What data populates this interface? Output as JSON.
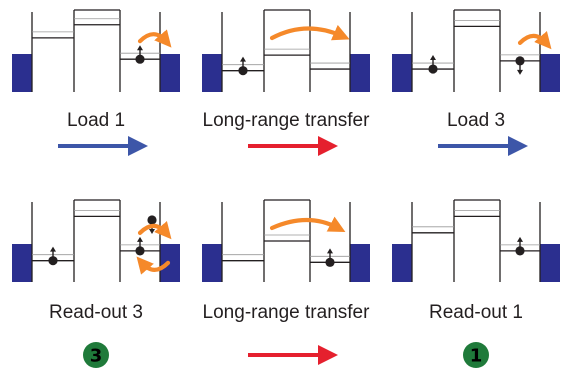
{
  "colors": {
    "reservoir": "#2b2f8f",
    "load_arrow": "#3d56a8",
    "transfer_arrow": "#e5202e",
    "orange": "#f5892a",
    "badge": "#1f7a3a",
    "line": "#231f20",
    "thin": "#999999"
  },
  "icons": {
    "electron": "electron-spin-up-icon",
    "hop": "orange-curved-arrow-icon"
  },
  "panels": [
    {
      "label": "Load 1",
      "arrow": "blue",
      "badge": "",
      "levels": [
        0.34,
        0.18,
        0.78,
        0.6
      ],
      "electrons": [
        {
          "dot": 3,
          "dir": "up"
        }
      ],
      "hops": [
        {
          "from": 3,
          "to": "right-res"
        }
      ]
    },
    {
      "label": "Long-range transfer",
      "arrow": "red",
      "badge": "",
      "levels": [
        0.74,
        0.55,
        0.28,
        0.72
      ],
      "electrons": [
        {
          "dot": 0,
          "dir": "up"
        }
      ],
      "hops": [
        {
          "from": 0,
          "to": 2
        }
      ]
    },
    {
      "label": "Load 3",
      "arrow": "blue",
      "badge": "",
      "levels": [
        0.72,
        0.2,
        0.16,
        0.62
      ],
      "electrons": [
        {
          "dot": 0,
          "dir": "up"
        },
        {
          "dot": 3,
          "dir": "down"
        }
      ],
      "hops": [
        {
          "from": 3,
          "to": "right-res"
        }
      ]
    },
    {
      "label": "Read-out 3",
      "arrow": "",
      "badge": "3",
      "levels": [
        0.74,
        0.2,
        0.16,
        0.62
      ],
      "electrons": [
        {
          "dot": 0,
          "dir": "up"
        },
        {
          "dot": 3,
          "dir": "up"
        },
        {
          "dot": "res",
          "dir": "down"
        }
      ],
      "hops": [
        {
          "from": 3,
          "to": "right-res"
        },
        {
          "from": "right-res",
          "to": 3
        }
      ]
    },
    {
      "label": "Long-range transfer",
      "arrow": "red",
      "badge": "",
      "levels": [
        0.74,
        0.5,
        0.28,
        0.76
      ],
      "electrons": [
        {
          "dot": 3,
          "dir": "up"
        }
      ],
      "hops": [
        {
          "from": 1,
          "to": 2
        }
      ]
    },
    {
      "label": "Read-out 1",
      "arrow": "",
      "badge": "1",
      "levels": [
        0.4,
        0.2,
        0.26,
        0.62
      ],
      "electrons": [
        {
          "dot": 3,
          "dir": "up"
        }
      ],
      "hops": []
    }
  ]
}
